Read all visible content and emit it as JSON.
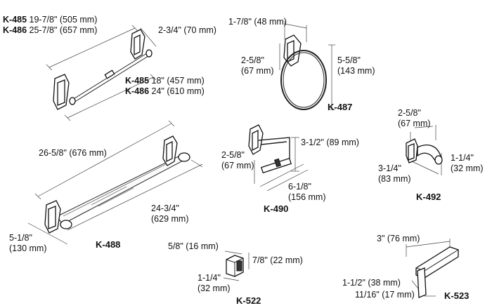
{
  "k485_486_overall": {
    "m1": "K-485",
    "v1": "19-7/8\" (505 mm)",
    "m2": "K-486",
    "v2": "25-7/8\" (657 mm)"
  },
  "k485_486_projection": "2-3/4\" (70 mm)",
  "k485_486_bar": {
    "m1": "K-485",
    "v1": "18\" (457 mm)",
    "m2": "K-486",
    "v2": "24\" (610 mm)"
  },
  "k487": {
    "width": "1-7/8\" (48 mm)",
    "proj_a": "2-5/8\"",
    "proj_b": "(67 mm)",
    "height_a": "5-5/8\"",
    "height_b": "(143 mm)",
    "model": "K-487"
  },
  "k488": {
    "length": "26-5/8\" (676 mm)",
    "shelf_a": "24-3/4\"",
    "shelf_b": "(629 mm)",
    "depth_a": "5-1/8\"",
    "depth_b": "(130 mm)",
    "model": "K-488"
  },
  "k490": {
    "height": "3-1/2\" (89 mm)",
    "proj_a": "2-5/8\"",
    "proj_b": "(67 mm)",
    "len_a": "6-1/8\"",
    "len_b": "(156 mm)",
    "model": "K-490"
  },
  "k492": {
    "proj_a": "2-5/8\"",
    "proj_b": "(67 mm)",
    "dia_a": "1-1/4\"",
    "dia_b": "(32 mm)",
    "len_a": "3-1/4\"",
    "len_b": "(83 mm)",
    "model": "K-492"
  },
  "k522": {
    "width": "5/8\" (16 mm)",
    "height": "7/8\" (22 mm)",
    "size_a": "1-1/4\"",
    "size_b": "(32 mm)",
    "model": "K-522"
  },
  "k523": {
    "length": "3\" (76 mm)",
    "width": "1-1/2\" (38 mm)",
    "depth": "11/16\" (17 mm)",
    "model": "K-523"
  }
}
